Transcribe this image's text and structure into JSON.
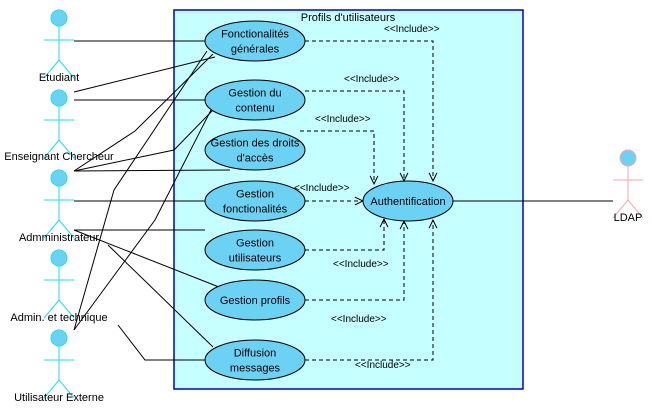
{
  "system": {
    "title": "Profils d'utilisateurs",
    "fill": "#c6ffff",
    "border": "#0000cc"
  },
  "colors": {
    "usecase_fill": "#6cd2f4",
    "actor_stroke": "#22dfe8",
    "actor_head": "#6cd2f4",
    "external_actor_stroke": "#f4a9a9",
    "line": "#000000"
  },
  "actors": [
    {
      "id": "etudiant",
      "label": "Etudiant"
    },
    {
      "id": "enseignant",
      "label": "Enseignant Chercheur"
    },
    {
      "id": "admin",
      "label": "Admministrateur"
    },
    {
      "id": "admin-tech",
      "label": "Admin. et technique"
    },
    {
      "id": "externe",
      "label": "Utilisateur Externe"
    },
    {
      "id": "ldap",
      "label": "LDAP"
    }
  ],
  "usecases": [
    {
      "id": "fonct-gen",
      "lines": [
        "Fonctionalités",
        "générales"
      ]
    },
    {
      "id": "gestion-contenu",
      "lines": [
        "Gestion du",
        "contenu"
      ]
    },
    {
      "id": "gestion-droits",
      "lines": [
        "Gestion des droits",
        "d'accès"
      ]
    },
    {
      "id": "gestion-fonct",
      "lines": [
        "Gestion",
        "fonctionalités"
      ]
    },
    {
      "id": "gestion-util",
      "lines": [
        "Gestion",
        "utilisateurs"
      ]
    },
    {
      "id": "gestion-profils",
      "lines": [
        "Gestion profils"
      ]
    },
    {
      "id": "diffusion",
      "lines": [
        "Diffusion",
        "messages"
      ]
    },
    {
      "id": "auth",
      "lines": [
        "Authentification"
      ]
    }
  ],
  "include_label": "<<Include>>",
  "includes": [
    {
      "from": "fonct-gen",
      "to": "auth"
    },
    {
      "from": "gestion-contenu",
      "to": "auth"
    },
    {
      "from": "gestion-droits",
      "to": "auth"
    },
    {
      "from": "gestion-fonct",
      "to": "auth"
    },
    {
      "from": "gestion-util",
      "to": "auth"
    },
    {
      "from": "gestion-profils",
      "to": "auth"
    },
    {
      "from": "diffusion",
      "to": "auth"
    }
  ],
  "associations": [
    {
      "actor": "etudiant",
      "usecase": "fonct-gen"
    },
    {
      "actor": "enseignant",
      "usecase": "fonct-gen"
    },
    {
      "actor": "enseignant",
      "usecase": "gestion-contenu"
    },
    {
      "actor": "admin",
      "usecase": "fonct-gen"
    },
    {
      "actor": "admin",
      "usecase": "gestion-contenu"
    },
    {
      "actor": "admin",
      "usecase": "gestion-droits"
    },
    {
      "actor": "admin",
      "usecase": "gestion-fonct"
    },
    {
      "actor": "admin",
      "usecase": "gestion-util"
    },
    {
      "actor": "admin",
      "usecase": "gestion-profils"
    },
    {
      "actor": "admin",
      "usecase": "diffusion"
    },
    {
      "actor": "externe",
      "usecase": "fonct-gen"
    },
    {
      "actor": "externe",
      "usecase": "gestion-contenu"
    },
    {
      "actor": "admin-tech",
      "usecase": "diffusion"
    },
    {
      "actor": "ldap",
      "usecase": "auth"
    }
  ]
}
